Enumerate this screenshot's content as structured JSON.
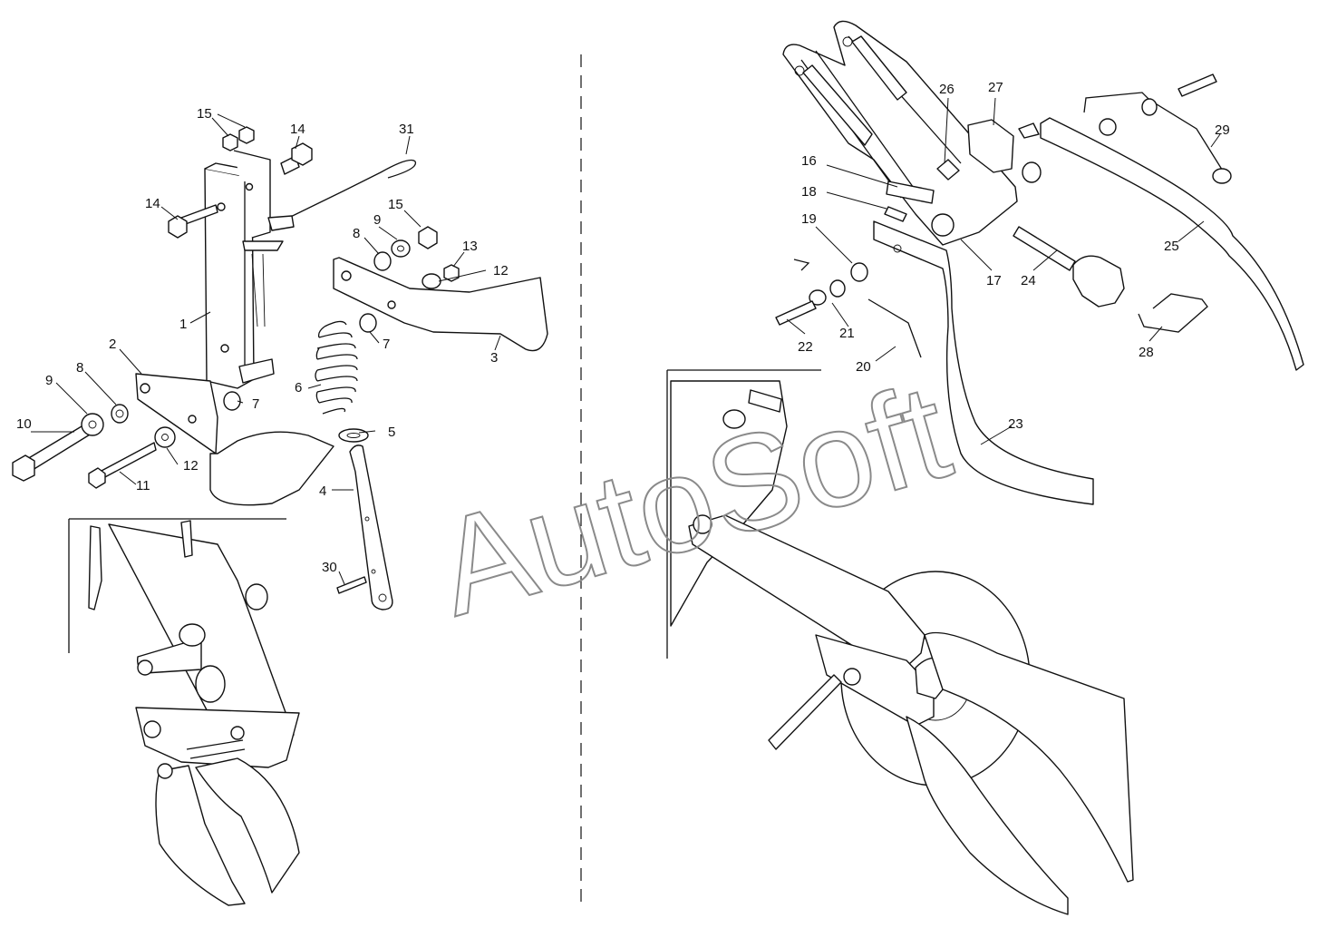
{
  "watermark": "AutoSoft",
  "callouts": [
    "1",
    "2",
    "3",
    "4",
    "5",
    "6",
    "7",
    "7",
    "8",
    "8",
    "9",
    "9",
    "10",
    "11",
    "12",
    "12",
    "13",
    "14",
    "14",
    "15",
    "15",
    "30",
    "31",
    "16",
    "17",
    "18",
    "19",
    "20",
    "21",
    "22",
    "23",
    "24",
    "25",
    "26",
    "27",
    "28",
    "29"
  ]
}
